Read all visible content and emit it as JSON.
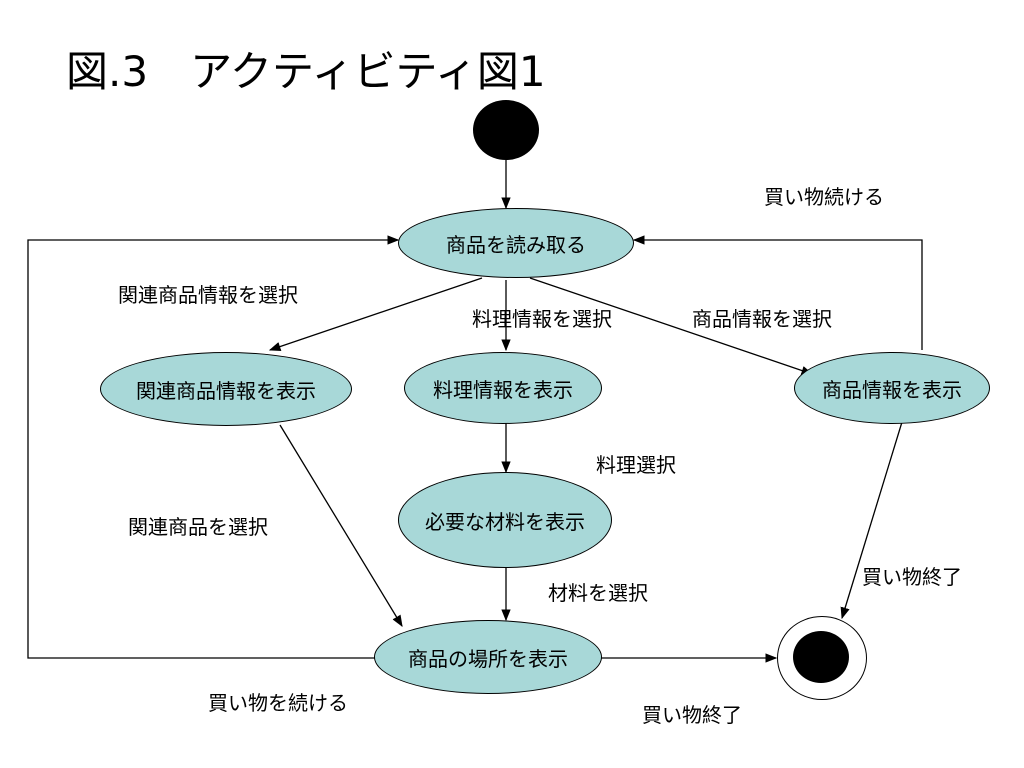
{
  "title": "図.3　アクティビティ図1",
  "nodes": {
    "read_product": "商品を読み取る",
    "show_related": "関連商品情報を表示",
    "show_recipe": "料理情報を表示",
    "show_product": "商品情報を表示",
    "show_ingredients": "必要な材料を表示",
    "show_location": "商品の場所を表示"
  },
  "edge_labels": {
    "continue_shopping_top": "買い物続ける",
    "select_related_info": "関連商品情報を選択",
    "select_recipe_info": "料理情報を選択",
    "select_product_info": "商品情報を選択",
    "select_recipe": "料理選択",
    "select_related_product": "関連商品を選択",
    "select_ingredient": "材料を選択",
    "end_shopping_right": "買い物終了",
    "continue_shopping_bottom": "買い物を続ける",
    "end_shopping_bottom": "買い物終了"
  }
}
